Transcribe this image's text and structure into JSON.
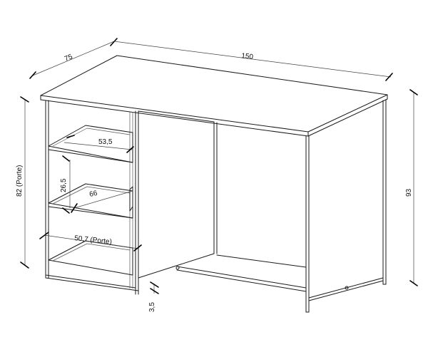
{
  "dimensions": {
    "depth": "75",
    "width": "150",
    "height": "93",
    "door_height": "82 (Porte)",
    "shelf_inner_width": "53,5",
    "shelf_depth": "66",
    "shelf_spacing": "26,5",
    "door_width": "50,7 (Porte)",
    "foot_height": "3,5"
  }
}
